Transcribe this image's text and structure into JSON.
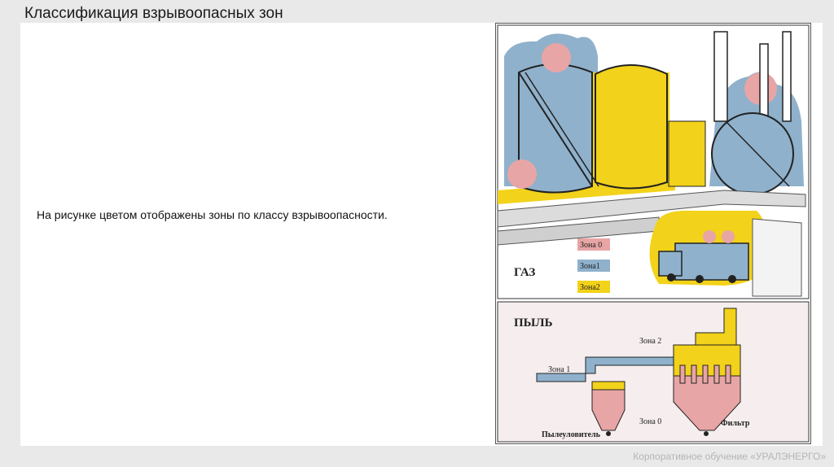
{
  "slide": {
    "title": "Классификация взрывоопасных зон",
    "description": "На рисунке цветом отображены зоны по классу взрывоопасности.",
    "footer": "Корпоративное обучение «УРАЛЭНЕРГО»"
  },
  "figure": {
    "gas": {
      "heading": "ГАЗ",
      "legend": [
        {
          "label": "Зона 0",
          "color": "#e8a5a5"
        },
        {
          "label": "Зона1",
          "color": "#8fb1cc"
        },
        {
          "label": "Зона2",
          "color": "#f2d21a"
        }
      ]
    },
    "dust": {
      "heading": "ПЫЛЬ",
      "labels": {
        "zone2": "Зона 2",
        "zone1": "Зона 1",
        "zone0": "Зона 0",
        "collector": "Пылеуловитель",
        "filter": "Фильтр"
      }
    }
  }
}
